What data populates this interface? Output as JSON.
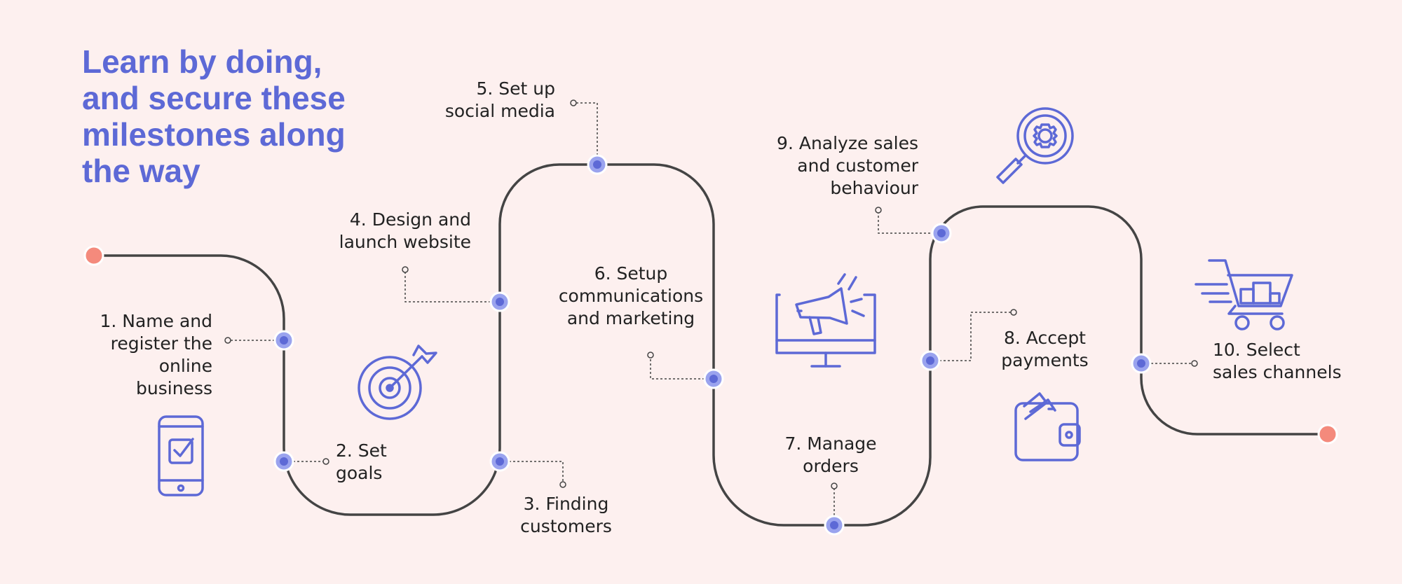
{
  "title": {
    "lines": [
      "Learn by doing,",
      "and secure these",
      "milestones along",
      "the way"
    ]
  },
  "colors": {
    "background": "#fdf0ef",
    "accent": "#5d69d6",
    "path": "#444444",
    "endpoint": "#f48a7c"
  },
  "milestones": [
    {
      "lines": [
        "1. Name and",
        "register the",
        "online",
        "business"
      ],
      "icon": "smartphone-checkmark-icon"
    },
    {
      "lines": [
        "2. Set",
        "goals"
      ],
      "icon": "target-arrow-icon"
    },
    {
      "lines": [
        "3. Finding",
        "customers"
      ]
    },
    {
      "lines": [
        "4. Design and",
        "launch website"
      ]
    },
    {
      "lines": [
        "5. Set up",
        "social media"
      ]
    },
    {
      "lines": [
        "6. Setup",
        "communications",
        "and marketing"
      ],
      "icon": "megaphone-monitor-icon"
    },
    {
      "lines": [
        "7. Manage",
        "orders"
      ]
    },
    {
      "lines": [
        "8. Accept",
        "payments"
      ],
      "icon": "wallet-icon"
    },
    {
      "lines": [
        "9. Analyze sales",
        "and customer",
        "behaviour"
      ],
      "icon": "magnifier-gear-icon"
    },
    {
      "lines": [
        "10. Select",
        "sales channels"
      ],
      "icon": "shopping-cart-icon"
    }
  ]
}
